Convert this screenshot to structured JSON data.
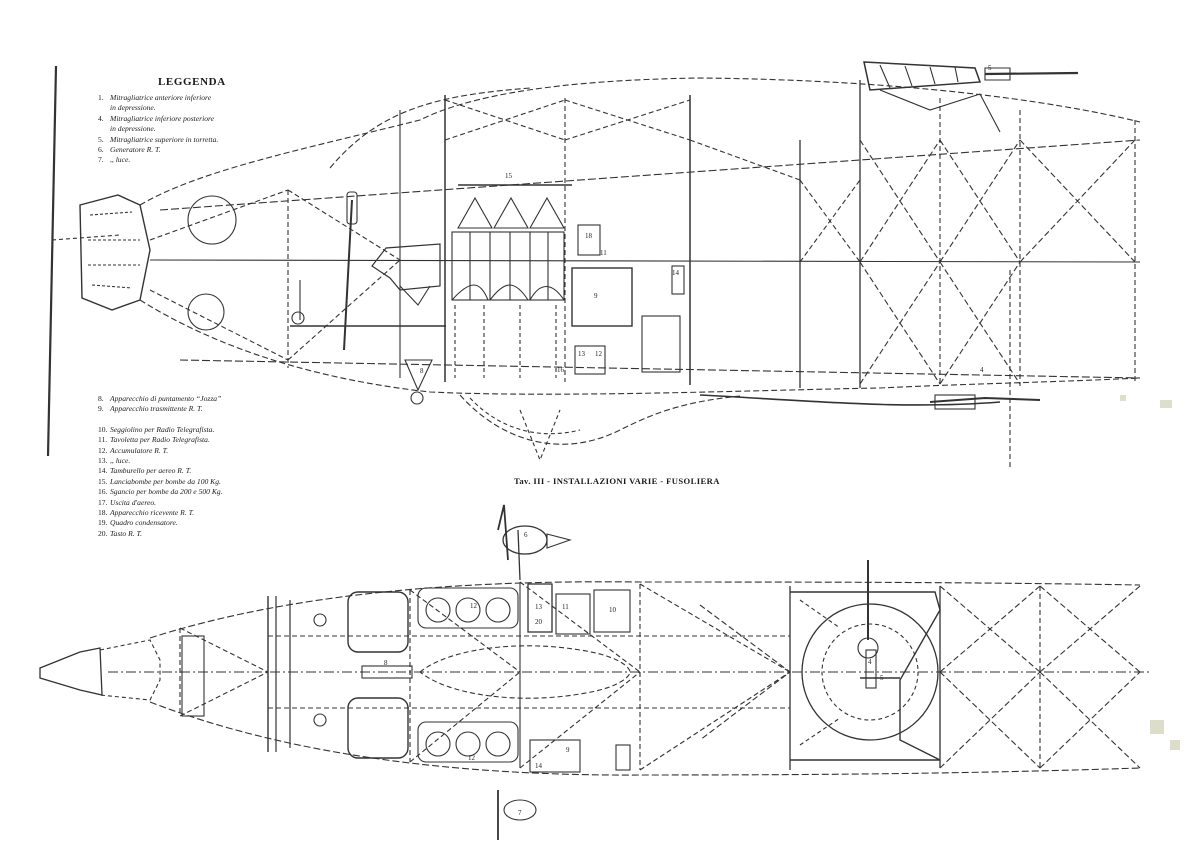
{
  "legend": {
    "title": "LEGGENDA",
    "group_a": [
      {
        "num": "1.",
        "text": "Mitragliatrice anteriore inferiore",
        "cont": "in depressione."
      },
      {
        "num": "4.",
        "text": "Mitragliatrice inferiore posteriore",
        "cont": "in depressione."
      },
      {
        "num": "5.",
        "text": "Mitragliatrice superiore in torretta.",
        "cont": ""
      },
      {
        "num": "6.",
        "text": "Generatore R. T.",
        "cont": ""
      },
      {
        "num": "7.",
        "text": ",,     luce.",
        "cont": ""
      }
    ],
    "group_b": [
      {
        "num": "8.",
        "text": "Apparecchio di puntamento “Jozza”"
      },
      {
        "num": "9.",
        "text": "Apparecchio trasmittente R. T."
      },
      {
        "num": "",
        "text": ""
      },
      {
        "num": "10.",
        "text": "Seggiolino per Radio Telegrafista."
      },
      {
        "num": "11.",
        "text": "Tavoletta per Radio Telegrafista."
      },
      {
        "num": "12.",
        "text": "Accumulatore R. T."
      },
      {
        "num": "13.",
        "text": ",,        luce."
      },
      {
        "num": "14.",
        "text": "Tamburello per aereo R. T."
      },
      {
        "num": "15.",
        "text": "Lanciabombe per bombe da 100 Kg."
      },
      {
        "num": "16.",
        "text": "Sgancio per bombe da 200 e 500 Kg."
      },
      {
        "num": "17.",
        "text": "Uscita d'aereo."
      },
      {
        "num": "18.",
        "text": "Apparecchio ricevente R. T."
      },
      {
        "num": "19.",
        "text": "Quadro condensatore."
      },
      {
        "num": "20.",
        "text": "Tasto R. T."
      }
    ]
  },
  "caption": "Tav. III - INSTALLAZIONI VARIE - FUSOLIERA",
  "side_labels": [
    "15",
    "18",
    "11",
    "9",
    "14",
    "12",
    "13",
    "16",
    "8",
    "4",
    "5"
  ],
  "plan_labels": [
    "6",
    "12",
    "13",
    "20",
    "11",
    "10",
    "8",
    "4",
    "5",
    "12",
    "9",
    "14",
    "7"
  ]
}
